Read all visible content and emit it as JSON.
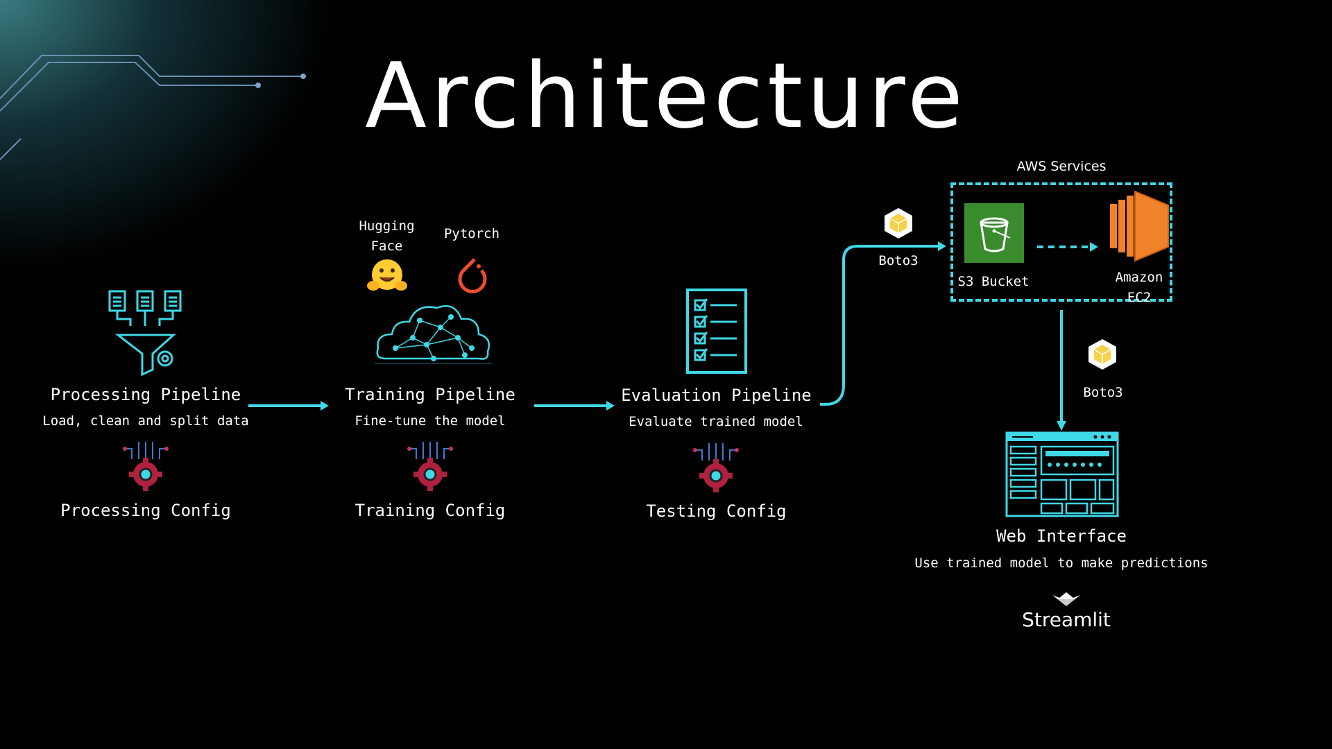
{
  "title": "Architecture",
  "nodes": {
    "processing": {
      "title": "Processing Pipeline",
      "subtitle": "Load, clean and split data",
      "config": "Processing Config"
    },
    "training": {
      "title": "Training Pipeline",
      "subtitle": "Fine-tune the model",
      "config": "Training Config",
      "lib1": "Hugging Face",
      "lib2": "Pytorch"
    },
    "evaluation": {
      "title": "Evaluation Pipeline",
      "subtitle": "Evaluate trained model",
      "config": "Testing Config"
    },
    "aws": {
      "group_label": "AWS Services",
      "s3": "S3 Bucket",
      "ec2": "Amazon EC2",
      "boto_top": "Boto3",
      "boto_side": "Boto3"
    },
    "web": {
      "title": "Web Interface",
      "subtitle": "Use trained model to make predictions",
      "framework": "Streamlit"
    }
  },
  "colors": {
    "accent": "#3fd8e6",
    "config": "#b0203f",
    "aws_s3": "#3a8a2e",
    "aws_ec2": "#f0822a",
    "boto": "#f6d24a"
  }
}
